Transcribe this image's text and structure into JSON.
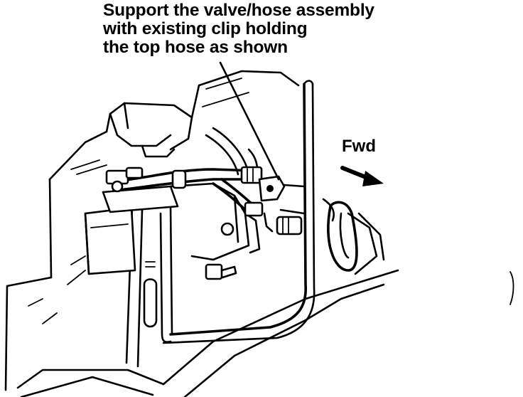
{
  "callout": {
    "line1": "Support the valve/hose assembly",
    "line2": "with existing clip holding",
    "line3": "the top hose as shown"
  },
  "direction_label": "Fwd"
}
